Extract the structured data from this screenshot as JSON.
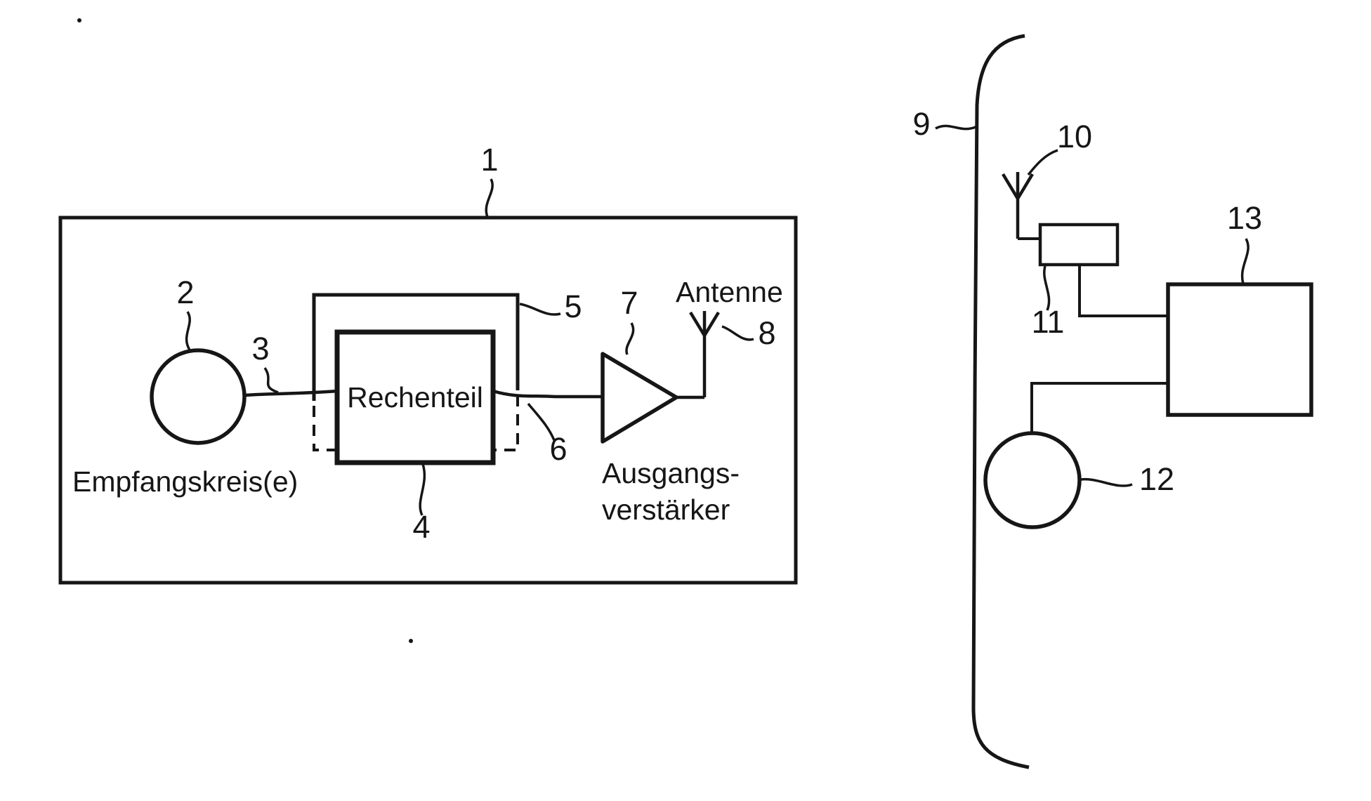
{
  "diagram": {
    "left_unit": {
      "boundary_ref": "1",
      "receiver": {
        "ref": "2",
        "label": "Empfangskreis(e)"
      },
      "input_line_ref": "3",
      "computer": {
        "ref": "4",
        "label": "Rechenteil"
      },
      "outer_frame_ref": "5",
      "dashed_frame_ref": "6",
      "amplifier": {
        "ref": "7",
        "label_line1": "Ausgangs-",
        "label_line2": "verstärker"
      },
      "antenna": {
        "ref": "8",
        "label": "Antenne"
      }
    },
    "right_unit": {
      "body_ref": "9",
      "antenna_ref": "10",
      "receiver_box_ref": "11",
      "wheel_ref": "12",
      "control_box_ref": "13"
    }
  }
}
